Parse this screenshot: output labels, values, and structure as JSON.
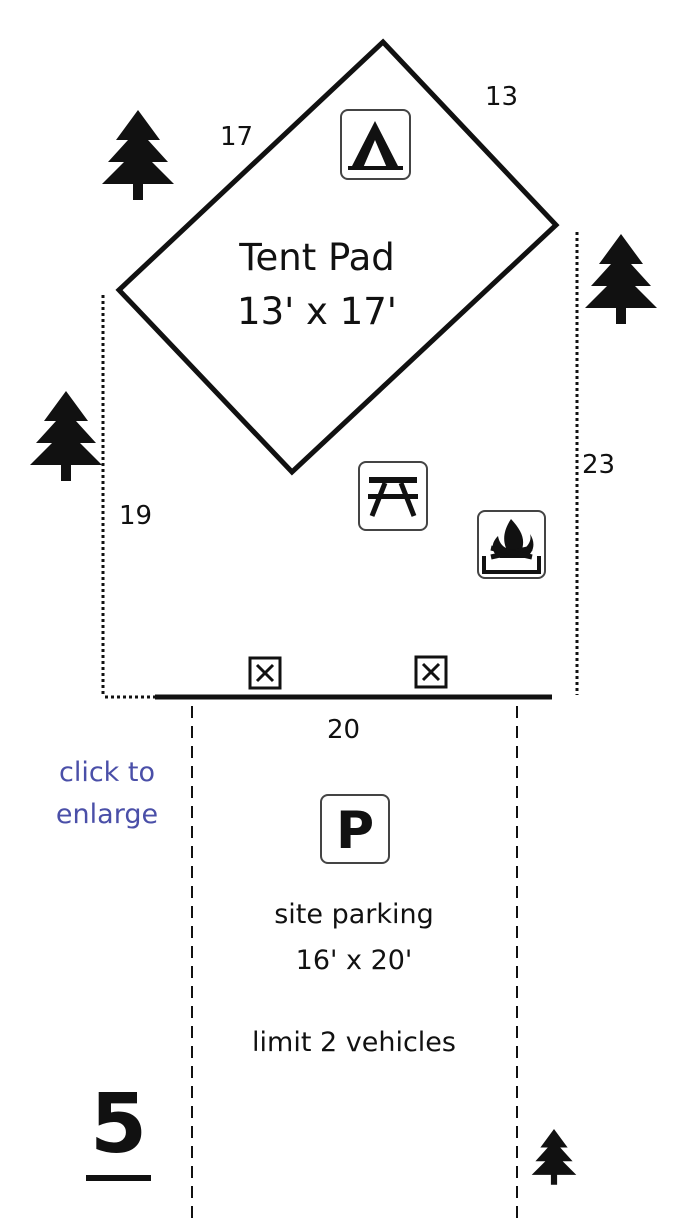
{
  "tent_pad": {
    "title": "Tent Pad",
    "size": "13' x 17'"
  },
  "dimensions": {
    "top_left": "17",
    "top_right": "13",
    "right": "23",
    "left": "19",
    "bottom": "20"
  },
  "parking": {
    "label": "site parking",
    "size": "16' x 20'",
    "limit": "limit 2 vehicles"
  },
  "link": {
    "line1": "click to",
    "line2": "enlarge"
  },
  "site_number": "5",
  "icons": {
    "tent": "tent-icon",
    "picnic": "picnic-table-icon",
    "fire": "fire-ring-icon",
    "parking": "parking-icon",
    "tree": "pine-tree-icon",
    "marker": "boundary-marker-icon"
  },
  "colors": {
    "ink": "#111111",
    "link": "#4a4fa8"
  }
}
